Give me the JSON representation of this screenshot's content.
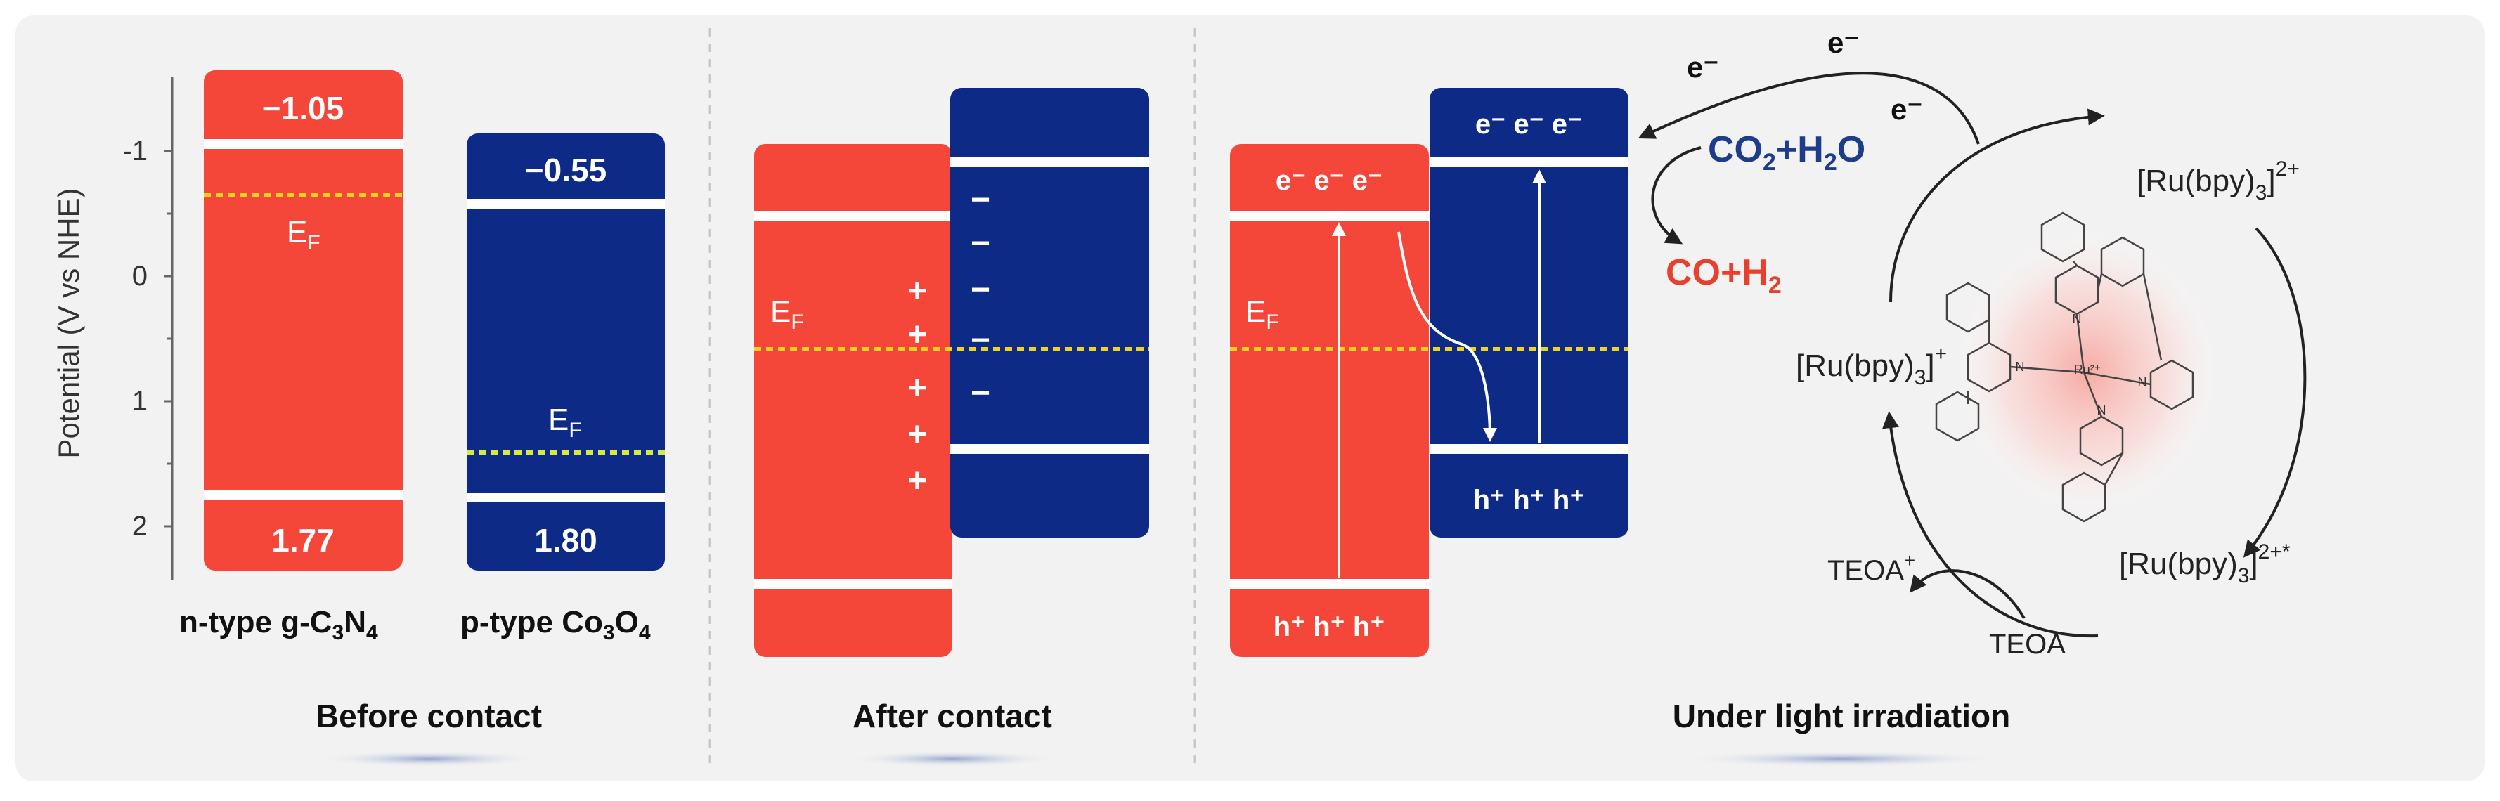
{
  "colors": {
    "n_band": "#f5463a",
    "p_band": "#0c2a86",
    "fermi_n": "#f2d21c",
    "fermi_p": "#d8ea3a",
    "background": "#f2f2f2",
    "label_blue": "#1d3c8c",
    "label_red": "#e8402f"
  },
  "axis": {
    "label": "Potential  (V vs NHE)",
    "ticks": [
      "-1",
      "0",
      "1",
      "2"
    ]
  },
  "panels": {
    "before": {
      "title": "Before contact",
      "n_cb_value": "−1.05",
      "n_vb_value": "1.77",
      "p_cb_value": "−0.55",
      "p_vb_value": "1.80",
      "n_fermi": "E",
      "n_fermi_sub": "F",
      "p_fermi": "E",
      "p_fermi_sub": "F",
      "n_caption_prefix": "n-type g-C",
      "n_caption_sub1": "3",
      "n_caption_mid": "N",
      "n_caption_sub2": "4",
      "p_caption_prefix": "p-type Co",
      "p_caption_sub1": "3",
      "p_caption_mid": "O",
      "p_caption_sub2": "4"
    },
    "after": {
      "title": "After contact",
      "fermi": "E",
      "fermi_sub": "F",
      "plus": "+",
      "minus": "−"
    },
    "light": {
      "title": "Under light irradiation",
      "fermi": "E",
      "fermi_sub": "F",
      "n_electrons": "e⁻ e⁻ e⁻",
      "n_holes": "h⁺ h⁺ h⁺",
      "p_electrons": "e⁻ e⁻ e⁻",
      "p_holes": "h⁺ h⁺ h⁺",
      "reactant_1": "CO",
      "reactant_1_sub": "2",
      "reactant_2": "+H",
      "reactant_2_sub": "2",
      "reactant_3": "O",
      "product_1": "CO+H",
      "product_1_sub": "2",
      "electron_labels": [
        "e⁻",
        "e⁻",
        "e⁻"
      ],
      "ru_prefix": "[Ru(bpy)",
      "ru_sub": "3",
      "ru_suffix": "]",
      "ru_top_sup": "2+",
      "ru_right_sup": "2+*",
      "ru_left_sup": "+",
      "teoa": "TEOA",
      "teoa_ox": "TEOA",
      "teoa_ox_sup": "+",
      "molecule_n": "N",
      "molecule_ru": "Ru²⁺"
    }
  }
}
